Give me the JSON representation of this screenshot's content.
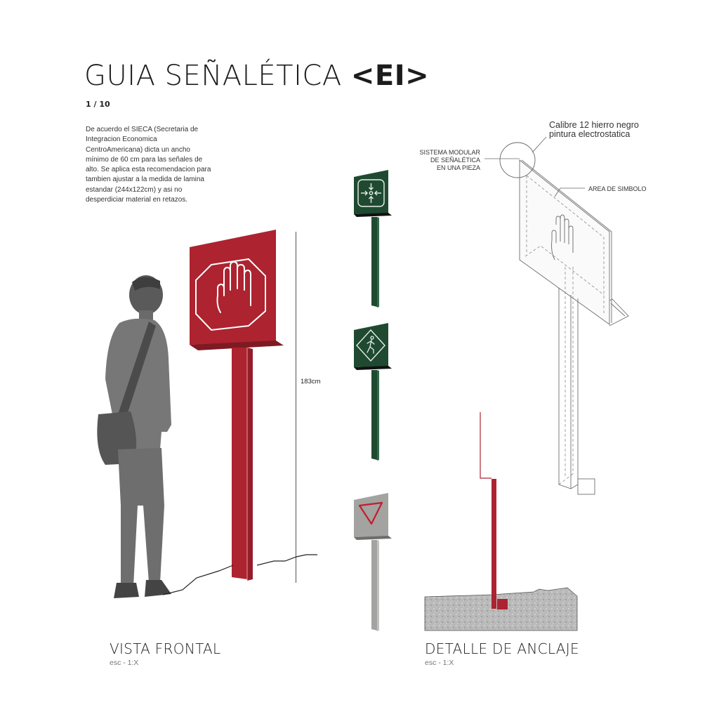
{
  "header": {
    "title": "GUIA SEÑALÉTICA ",
    "title_tag": "<EI>",
    "page_indicator": "1 / 10"
  },
  "description": "De acuerdo el SIECA (Secretaria de Integracion Economica CentroAmericana) dicta un ancho mínimo de 60 cm  para las señales de alto. Se aplica esta recomendacion para tambien ajustar a la medida de lamina estandar (244x122cm) y asi no desperdiciar material en retazos.",
  "front_view": {
    "dimension_label": "183cm",
    "section_title": "VISTA FRONTAL",
    "scale": "esc - 1:X",
    "sign_icon": "stop-hand-octagon-icon"
  },
  "sign_variants": [
    {
      "name": "meeting-point",
      "icon": "converging-arrows-icon",
      "color": "#1f4a31"
    },
    {
      "name": "pedestrian-crossing",
      "icon": "walking-person-diamond-icon",
      "color": "#1f4a31"
    },
    {
      "name": "yield",
      "icon": "yield-triangle-icon",
      "color": "#9a9a9a"
    }
  ],
  "detail": {
    "callout_material_line1": "Calibre 12 hierro negro",
    "callout_material_line2": "pintura electrostatica",
    "callout_system_line1": "SISTEMA MODULAR",
    "callout_system_line2": "DE SEÑALÉTICA",
    "callout_system_line3": "EN UNA PIEZA",
    "callout_symbol_area": "AREA DE SIMBOLO",
    "section_title": "DETALLE DE ANCLAJE",
    "scale": "esc - 1:X"
  },
  "colors": {
    "stop_red": "#ad2330",
    "stop_red_dark": "#7d1a22",
    "green": "#1f4a31",
    "grey_sign": "#a3a3a1",
    "person_grey": "#6b6b6b",
    "ground_grey": "#b8b8b8"
  }
}
